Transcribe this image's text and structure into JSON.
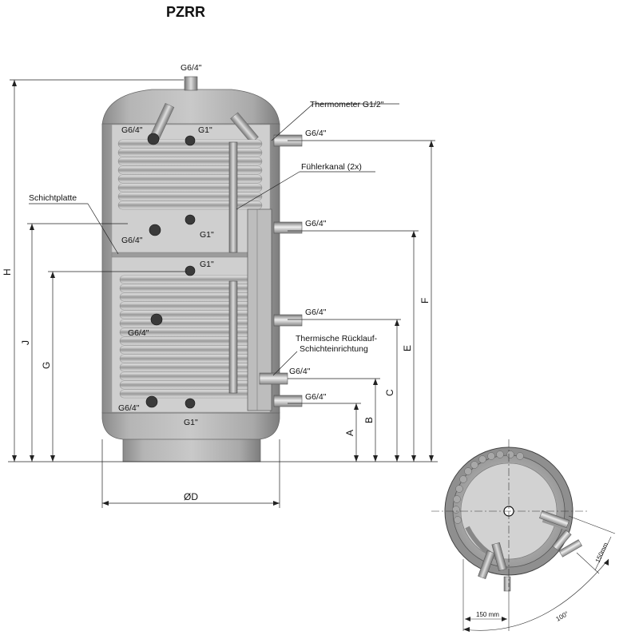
{
  "title": "PZRR",
  "labels": {
    "top_port": "G6/4\"",
    "thermometer": "Thermometer G1/2\"",
    "upper_left_port": "G6/4\"",
    "upper_center_port": "G1\"",
    "right_port_1": "G6/4\"",
    "sensor_channel": "Fühlerkanal (2x)",
    "layer_plate": "Schichtplatte",
    "right_port_2": "G6/4\"",
    "mid_left_port": "G6/4\"",
    "mid_center_port_upper": "G1\"",
    "mid_center_port_lower": "G1\"",
    "right_port_3": "G6/4\"",
    "lower_coil_port": "G6/4\"",
    "return_line_1": "Thermische Rücklauf-",
    "return_line_2": "Schichteinrichtung",
    "right_port_4": "G6/4\"",
    "right_port_5": "G6/4\"",
    "bottom_left_port": "G6/4\"",
    "bottom_center_port": "G1\""
  },
  "dimensions": {
    "H": "H",
    "J": "J",
    "G": "G",
    "F": "F",
    "E": "E",
    "C": "C",
    "B": "B",
    "A": "A",
    "D": "ØD"
  },
  "top_view": {
    "offset_1": "150mm",
    "offset_2": "150 mm",
    "angle": "100°"
  }
}
